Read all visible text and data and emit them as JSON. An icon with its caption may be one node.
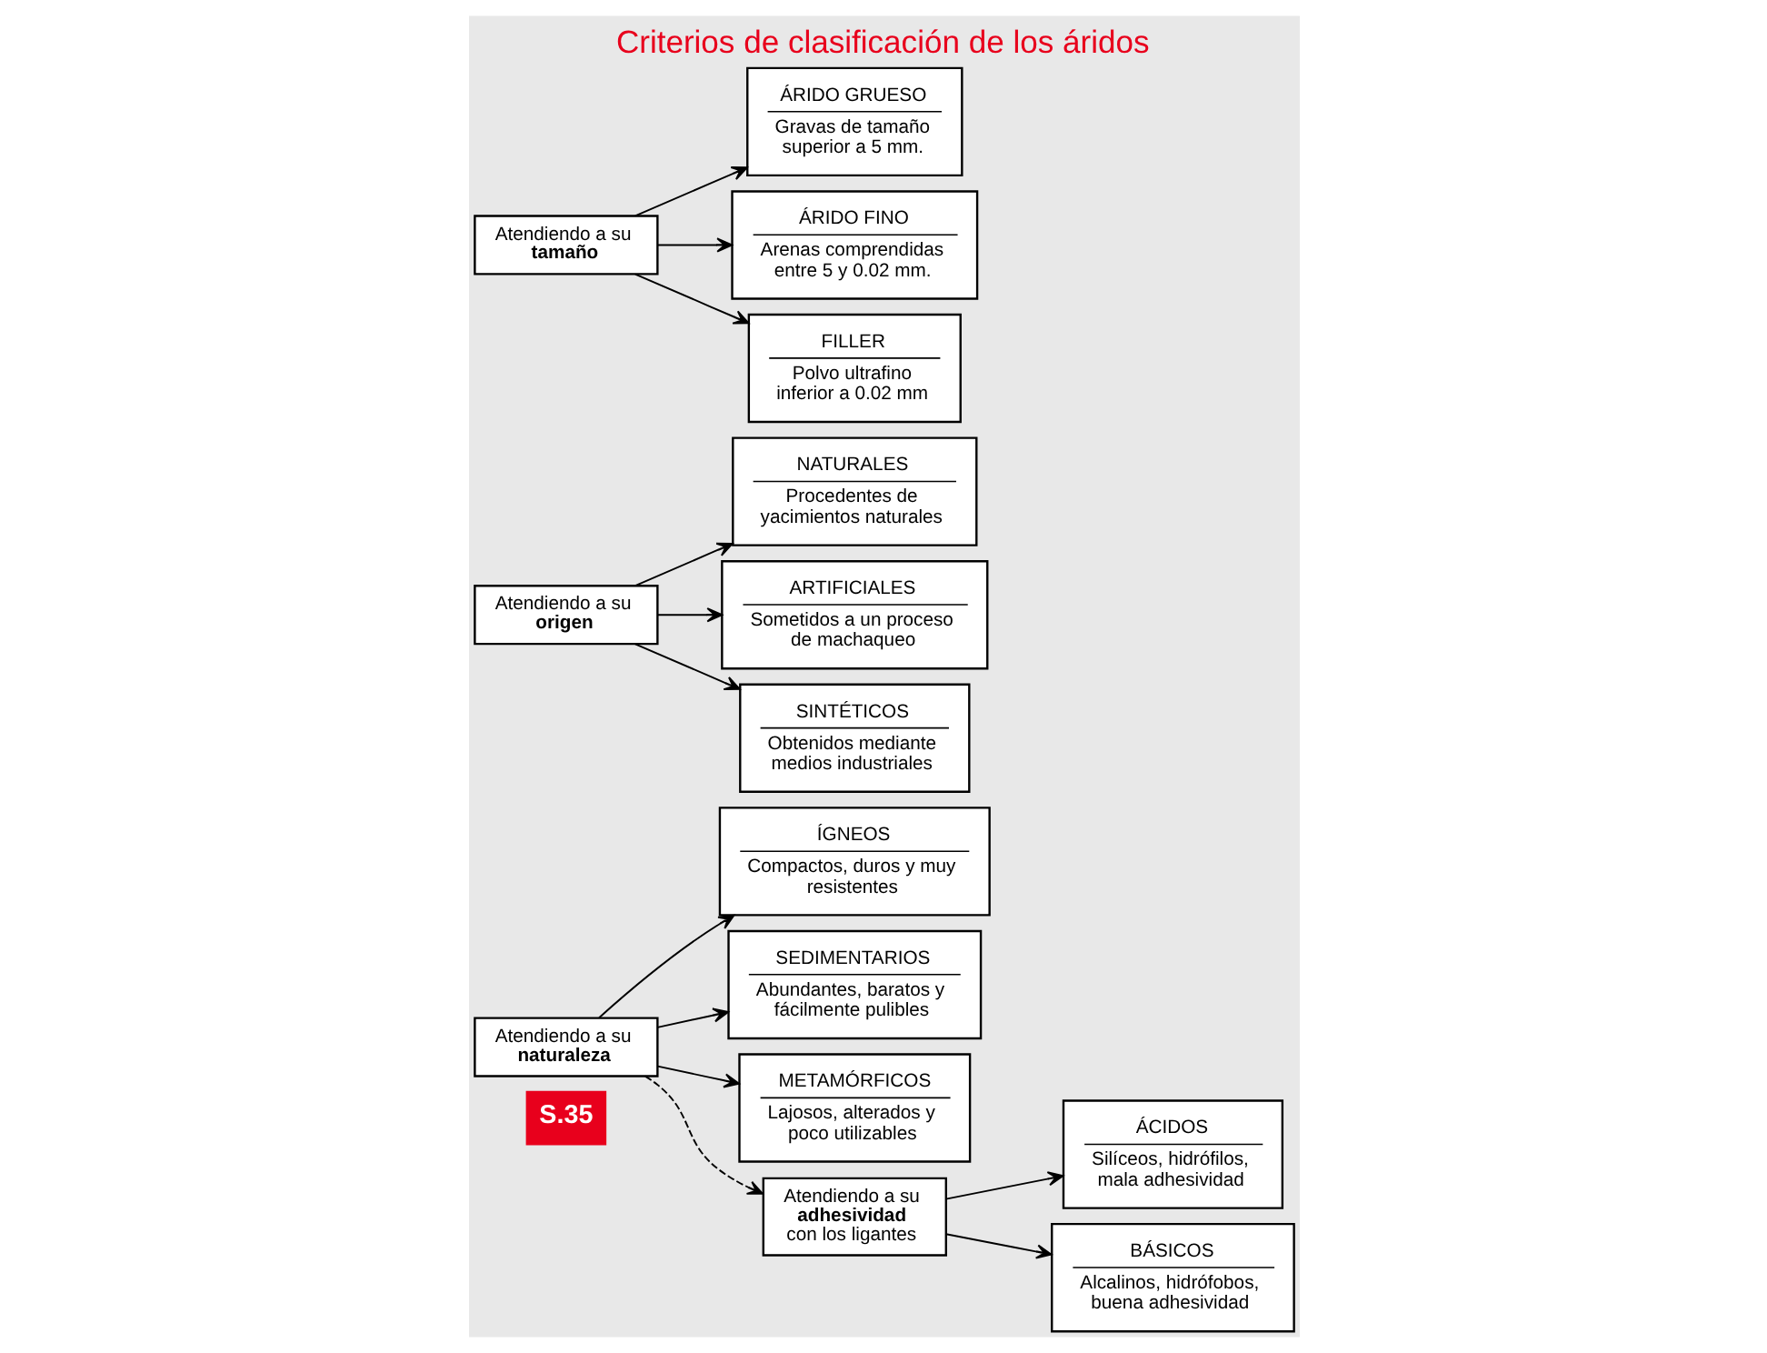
{
  "diagram": {
    "title": "Criterios de clasificación de los áridos",
    "nodes": [
      {
        "text": [
          "Atendiendo a su **naturaleza**"
        ]
      },
      {
        "text": [
          "ÍGNEOS",
          "Compactos, duros y muy resistentes"
        ]
      },
      {
        "text": [
          "SEDIMENTARIOS",
          "Abundantes, baratos y fácilmente pulibles"
        ]
      },
      {
        "text": [
          "METAMÓRFICOS",
          "Lajosos, alterados y poco utilizables"
        ]
      },
      {
        "text": [
          "Atendiendo a su **origen**"
        ]
      },
      {
        "text": [
          "NATURALES",
          "Procedentes de yacimientos naturales"
        ]
      },
      {
        "text": [
          "ARTIFICIALES",
          "Sometidos a un proceso de machaqueo"
        ]
      },
      {
        "text": [
          "SINTÉTICOS",
          "Obtenidos mediante medios industriales"
        ]
      },
      {
        "text": [
          "Atendiendo a su **tamaño**"
        ]
      },
      {
        "text": [
          "ÁRIDO GRUESO",
          "Gravas de tamaño superior a 5 mm."
        ]
      },
      {
        "text": [
          "ÁRIDO FINO",
          "Arenas comprendidas entre 5 y 0.02 mm."
        ]
      },
      {
        "text": [
          "FILLER",
          "Polvo ultrafino inferior a 0.02 mm"
        ]
      },
      {
        "text": [
          "Atendiendo a su **adhesividad** con los ligantes"
        ]
      },
      {
        "text": [
          "ÁCIDOS",
          "Silíceos, hidrófilos, mala adhesividad"
        ]
      },
      {
        "text": [
          "BÁSICOS",
          "Alcalinos, hidrófobos, buena adhesividad"
        ]
      }
    ],
    "edges": [
      {
        "from": 0,
        "to": 1,
        "arrow": "to"
      },
      {
        "from": 0,
        "to": 2,
        "arrow": "to"
      },
      {
        "from": 0,
        "to": 3,
        "arrow": "to"
      },
      {
        "from": 4,
        "to": 5,
        "arrow": "to"
      },
      {
        "from": 4,
        "to": 6,
        "arrow": "to"
      },
      {
        "from": 4,
        "to": 7,
        "arrow": "to"
      },
      {
        "from": 8,
        "to": 9,
        "arrow": "to"
      },
      {
        "from": 8,
        "to": 10,
        "arrow": "to"
      },
      {
        "from": 8,
        "to": 11,
        "arrow": "to"
      },
      {
        "from": 0,
        "to": 12,
        "arrow": "to",
        "style": "dashed"
      },
      {
        "from": 12,
        "to": 13,
        "arrow": "to"
      },
      {
        "from": 12,
        "to": 14,
        "arrow": "to"
      }
    ],
    "labels": [
      "S.35"
    ]
  }
}
